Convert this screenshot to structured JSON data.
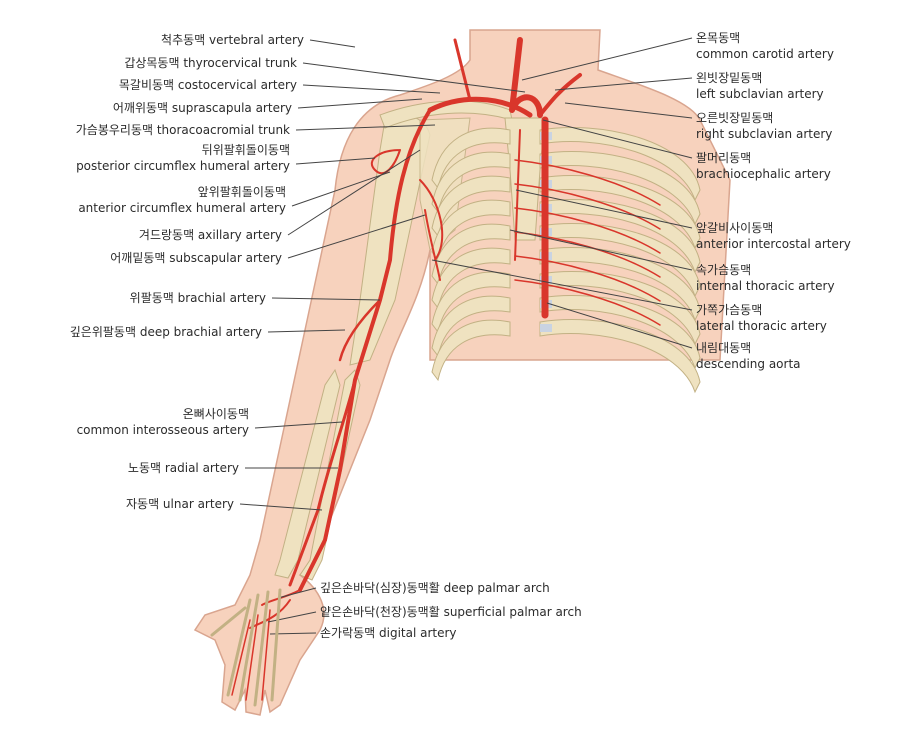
{
  "labels_left": [
    {
      "id": "vertebral",
      "lines": [
        "척추동맥 vertebral artery"
      ]
    },
    {
      "id": "thyrocervical",
      "lines": [
        "갑상목동맥 thyrocervical trunk"
      ]
    },
    {
      "id": "costocervical",
      "lines": [
        "목갈비동맥 costocervical artery"
      ]
    },
    {
      "id": "suprascapula",
      "lines": [
        "어깨위동맥 suprascapula artery"
      ]
    },
    {
      "id": "thoracoacromial",
      "lines": [
        "가슴봉우리동맥 thoracoacromial trunk"
      ]
    },
    {
      "id": "posterior-circumflex",
      "lines": [
        "뒤위팔휘돌이동맥",
        "posterior circumflex humeral artery"
      ]
    },
    {
      "id": "anterior-circumflex",
      "lines": [
        "앞위팔휘돌이동맥",
        "anterior circumflex humeral artery"
      ]
    },
    {
      "id": "axillary",
      "lines": [
        "겨드랑동맥 axillary artery"
      ]
    },
    {
      "id": "subscapular",
      "lines": [
        "어깨밑동맥 subscapular artery"
      ]
    },
    {
      "id": "brachial",
      "lines": [
        "위팔동맥 brachial artery"
      ]
    },
    {
      "id": "deep-brachial",
      "lines": [
        "깊은위팔동맥 deep brachial artery"
      ]
    },
    {
      "id": "common-interosseous",
      "lines": [
        "온뼈사이동맥",
        "common interosseous artery"
      ]
    },
    {
      "id": "radial",
      "lines": [
        "노동맥 radial artery"
      ]
    },
    {
      "id": "ulnar",
      "lines": [
        "자동맥 ulnar artery"
      ]
    }
  ],
  "labels_right": [
    {
      "id": "common-carotid",
      "lines": [
        "온목동맥",
        "common carotid artery"
      ]
    },
    {
      "id": "left-subclavian",
      "lines": [
        "왼빗장밑동맥",
        "left subclavian artery"
      ]
    },
    {
      "id": "right-subclavian",
      "lines": [
        "오른빗장밑동맥",
        "right subclavian artery"
      ]
    },
    {
      "id": "brachiocephalic",
      "lines": [
        "팔머리동맥",
        "brachiocephalic artery"
      ]
    },
    {
      "id": "anterior-intercostal",
      "lines": [
        "앞갈비사이동맥",
        "anterior intercostal artery"
      ]
    },
    {
      "id": "internal-thoracic",
      "lines": [
        "속가슴동맥",
        "internal thoracic artery"
      ]
    },
    {
      "id": "lateral-thoracic",
      "lines": [
        "가쪽가슴동맥",
        "lateral thoracic artery"
      ]
    },
    {
      "id": "descending-aorta",
      "lines": [
        "내림대동맥",
        "descending aorta"
      ]
    }
  ],
  "labels_hand": [
    {
      "id": "deep-palmar",
      "lines": [
        "깊은손바닥(심장)동맥활 deep palmar arch"
      ]
    },
    {
      "id": "superficial-palmar",
      "lines": [
        "얕은손바닥(천장)동맥활 superficial palmar arch"
      ]
    },
    {
      "id": "digital",
      "lines": [
        "손가락동맥 digital artery"
      ]
    }
  ],
  "colors": {
    "artery": "#d9362b",
    "skin": "#f7d2bd",
    "skin_edge": "#d9a58f",
    "bone": "#efe2c0",
    "bone_edge": "#c2b184",
    "cartilage": "#c9d3e2",
    "leader": "#444444"
  }
}
